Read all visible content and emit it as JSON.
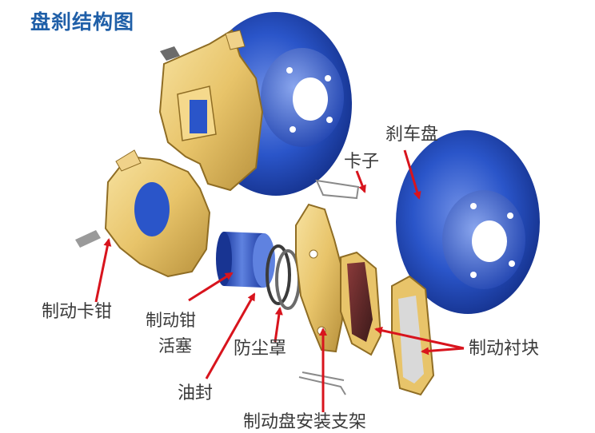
{
  "title": "盘刹结构图",
  "labels": {
    "rotor": "刹车盘",
    "clip": "卡子",
    "caliper": "制动卡钳",
    "piston_line1": "制动钳",
    "piston_line2": "活塞",
    "dust_boot": "防尘罩",
    "seal": "油封",
    "pads": "制动衬块",
    "bracket": "制动盘安装支架"
  },
  "colors": {
    "title": "#1f5fa8",
    "arrow": "#d8141d",
    "rotor_blue": "#2a55c9",
    "caliper_gold": "#e8c46a",
    "label_text": "#3a3a3a"
  }
}
